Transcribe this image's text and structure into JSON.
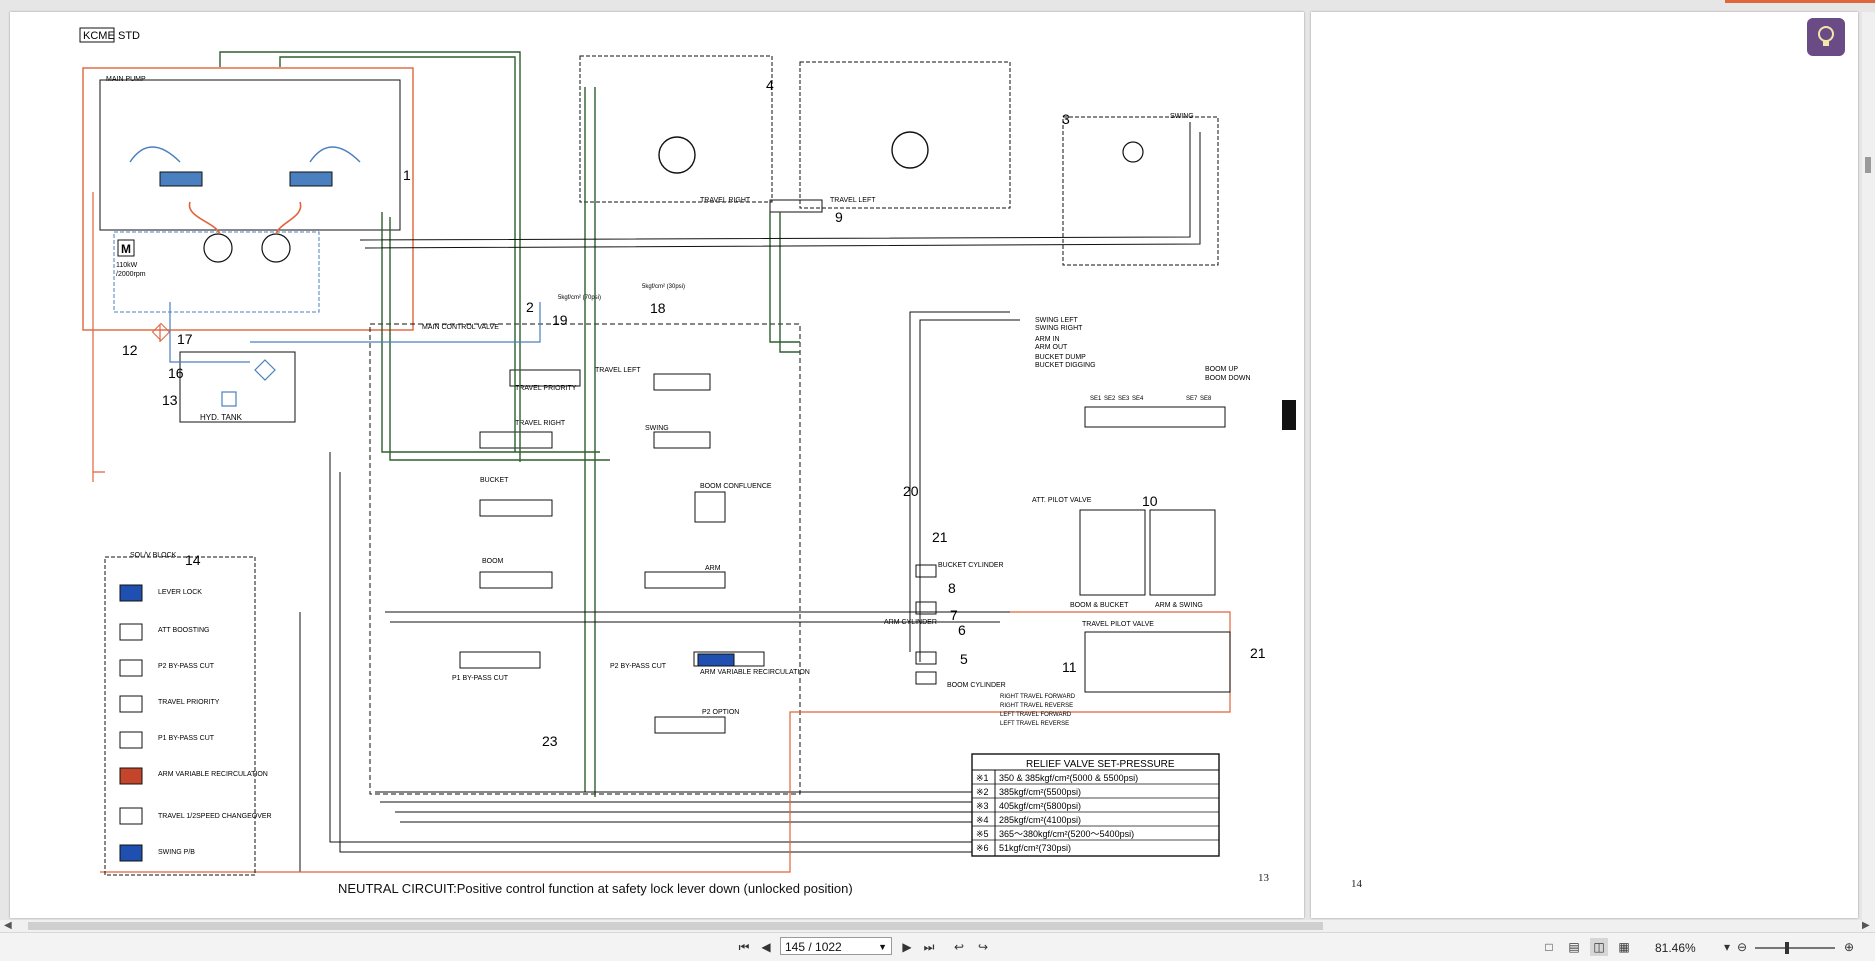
{
  "document": {
    "header": {
      "brand": "KCME",
      "std": "STD"
    },
    "caption": "NEUTRAL CIRCUIT:Positive control function at safety lock lever down (unlocked position)",
    "left_page_number": "13",
    "right_page_number": "14",
    "labels": {
      "main_pump": "MAIN PUMP",
      "motor": "M",
      "motor_spec1": "110kW",
      "motor_spec2": "/2000rpm",
      "hyd_tank": "HYD. TANK",
      "main_control_valve": "MAIN CONTROL VALVE",
      "travel_right": "TRAVEL RIGHT",
      "travel_left": "TRAVEL LEFT",
      "swing": "SWING",
      "travel_priority": "TRAVEL PRIORITY",
      "bucket": "BUCKET",
      "boom": "BOOM",
      "arm": "ARM",
      "boom_confluence": "BOOM CONFLUENCE",
      "p1_bypass_cut": "P1 BY-PASS CUT",
      "p2_bypass_cut": "P2 BY-PASS CUT",
      "arm_variable_recirc": "ARM VARIABLE RECIRCULATION",
      "p2_option": "P2 OPTION",
      "sol_block": "SOL/V BLOCK",
      "lever_lock": "LEVER LOCK",
      "att_boosting": "ATT BOOSTING",
      "p2_bypass_cut_sol": "P2 BY-PASS CUT",
      "travel_priority_sol": "TRAVEL PRIORITY",
      "p1_bypass_cut_sol": "P1 BY-PASS CUT",
      "arm_variable_recirc_sol": "ARM VARIABLE RECIRCULATION",
      "travel_speed": "TRAVEL 1/2SPEED CHANGEOVER",
      "swing_pb": "SWING P/B",
      "att_pilot_valve": "ATT. PILOT VALVE",
      "boom_bucket": "BOOM & BUCKET",
      "arm_swing": "ARM & SWING",
      "travel_pilot_valve": "TRAVEL PILOT VALVE",
      "bucket_cylinder": "BUCKET CYLINDER",
      "arm_cylinder": "ARM CYLINDER",
      "boom_cylinder": "BOOM CYLINDER",
      "pressure_1": "5kgf/cm² (30psi)",
      "pressure_2": "5kgf/cm² (70psi)"
    },
    "pilot_signals": [
      "SWING LEFT",
      "SWING RIGHT",
      "ARM IN",
      "ARM OUT",
      "BUCKET DUMP",
      "BUCKET DIGGING",
      "BOOM UP",
      "BOOM DOWN"
    ],
    "travel_signals": [
      "RIGHT TRAVEL FORWARD",
      "RIGHT TRAVEL REVERSE",
      "LEFT TRAVEL FORWARD",
      "LEFT TRAVEL REVERSE"
    ],
    "sensor_labels": [
      "SE1",
      "SE2",
      "SE3",
      "SE4",
      "SE7",
      "SE8"
    ],
    "callouts": [
      "1",
      "2",
      "3",
      "4",
      "5",
      "6",
      "7",
      "8",
      "9",
      "10",
      "11",
      "12",
      "13",
      "14",
      "16",
      "17",
      "18",
      "19",
      "20",
      "21",
      "21",
      "23"
    ],
    "relief_table": {
      "title": "RELIEF VALVE SET-PRESSURE",
      "rows": [
        {
          "mark": "※1",
          "value": "350 & 385kgf/cm²(5000 & 5500psi)"
        },
        {
          "mark": "※2",
          "value": "385kgf/cm²(5500psi)"
        },
        {
          "mark": "※3",
          "value": "405kgf/cm²(5800psi)"
        },
        {
          "mark": "※4",
          "value": "285kgf/cm²(4100psi)"
        },
        {
          "mark": "※5",
          "value": "365〜380kgf/cm²(5200〜5400psi)"
        },
        {
          "mark": "※6",
          "value": "51kgf/cm²(730psi)"
        }
      ]
    }
  },
  "toolbar": {
    "page_indicator": "145 / 1022",
    "zoom": "81.46%"
  },
  "icons": {
    "first_page": "first-page-icon",
    "prev_page": "previous-page-icon",
    "next_page": "next-page-icon",
    "last_page": "last-page-icon",
    "assistant": "lightbulb-icon"
  },
  "colors": {
    "pilot_red": "#e0643c",
    "drain_blue": "#4a7fc0",
    "tank_green": "#2f5e2f",
    "accent": "#6a4b86"
  }
}
